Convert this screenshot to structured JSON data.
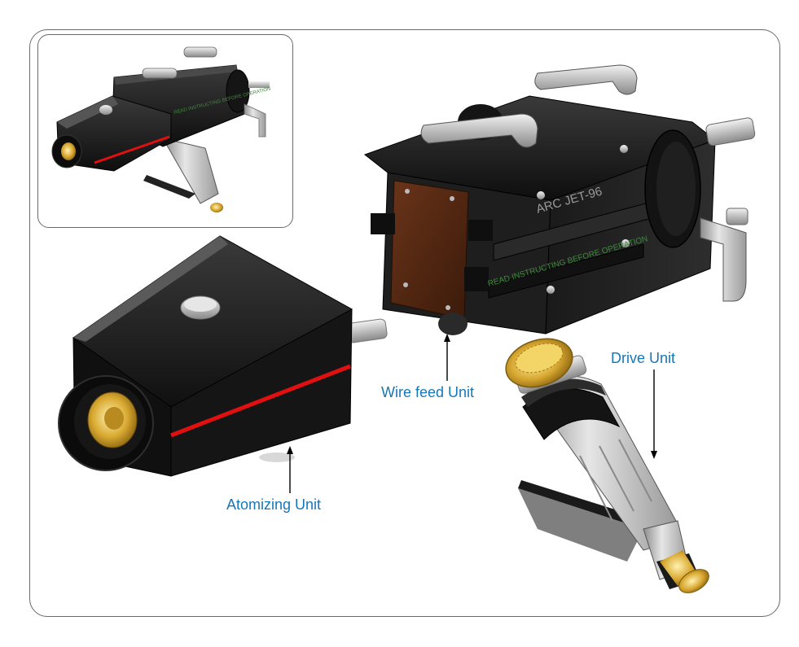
{
  "labels": {
    "wire_feed_unit": "Wire feed Unit",
    "drive_unit": "Drive Unit",
    "atomizing_unit": "Atomizing Unit"
  },
  "device_text": {
    "model": "ARC  JET-96",
    "warning": "READ INSTRUCTING BEFORE OPERATION"
  },
  "colors": {
    "label": "#1677b8",
    "stripe": "#e01010",
    "body": "#1c1c1c",
    "brass": "#d8a830",
    "brown_plate": "#5a2a14",
    "engraving": "#3d8a3a"
  }
}
